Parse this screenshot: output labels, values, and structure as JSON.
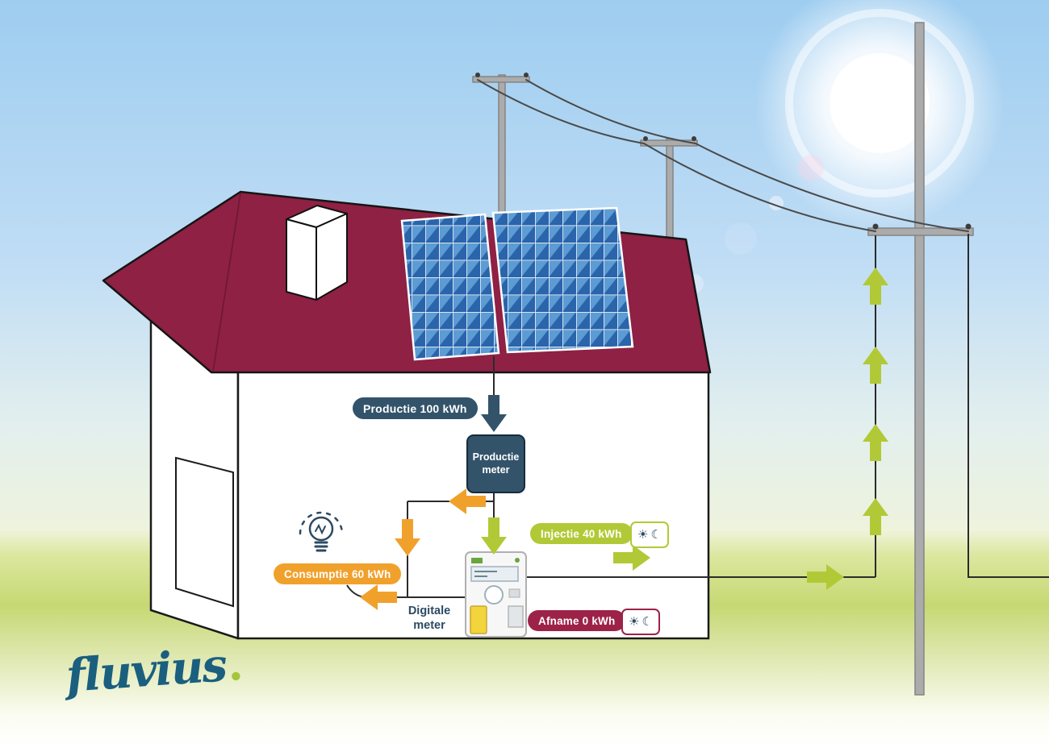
{
  "badges": {
    "productie": "Productie 100 kWh",
    "injectie": "Injectie 40 kWh",
    "consumptie": "Consumptie 60 kWh",
    "afname": "Afname 0 kWh"
  },
  "production_meter": {
    "line1": "Productie",
    "line2": "meter"
  },
  "digital_meter_label": {
    "line1": "Digitale",
    "line2": "meter"
  },
  "icons": {
    "sun": "☀",
    "moon": "☾"
  },
  "logo": {
    "text": "fluvius",
    "dot": "."
  },
  "colors": {
    "navy": "#33536b",
    "orange": "#f0a12c",
    "lime": "#b2c937",
    "maroon": "#9d2248",
    "roof": "#8e2144",
    "panel_blue": "#2a64ab",
    "logo_teal": "#1a5f7e",
    "logo_dot_green": "#a4c63c"
  }
}
